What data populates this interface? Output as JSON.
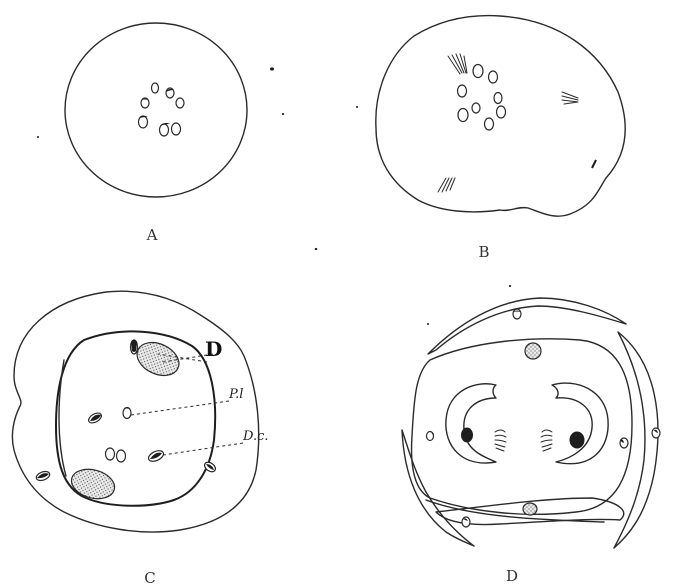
{
  "figures": [
    {
      "caption": "A"
    },
    {
      "caption": "B"
    },
    {
      "caption": "C",
      "labels": [
        "D",
        "P.l",
        "D.c."
      ]
    },
    {
      "caption": "D"
    }
  ]
}
